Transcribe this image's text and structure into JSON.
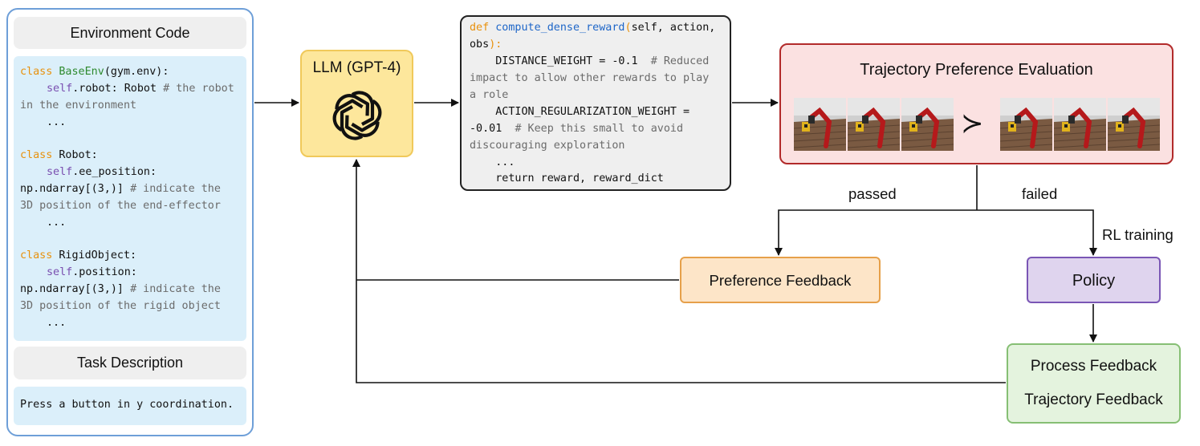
{
  "environment": {
    "title": "Environment Code",
    "code": {
      "l1_kw": "class",
      "l1_cls": "BaseEnv",
      "l1_rest": "(gym.env):",
      "l2_self": "self",
      "l2_rest": ".robot: Robot ",
      "l2_cm": "# the robot",
      "l3_cm": "in the environment",
      "l4": "...",
      "l5_kw": "class",
      "l5_rest": " Robot:",
      "l6_self": "self",
      "l6_rest": ".ee_position:",
      "l7_rest": "np.ndarray[(3,)] ",
      "l7_cm": "# indicate the",
      "l8_cm": "3D position of the end-effector",
      "l9": "...",
      "l10_kw": "class",
      "l10_rest": " RigidObject:",
      "l11_self": "self",
      "l11_rest": ".position:",
      "l12_rest": "np.ndarray[(3,)] ",
      "l12_cm": "# indicate the",
      "l13_cm": "3D position of the rigid object",
      "l14": "..."
    },
    "task_title": "Task Description",
    "task_text": "Press a button in y coordination."
  },
  "llm": {
    "title": "LLM (GPT-4)",
    "icon": "openai-logo-icon"
  },
  "reward_code": {
    "l1_kw": "def",
    "l1_fn": "compute_dense_reward",
    "l1_paren": "(",
    "l1_rest": "self, action,",
    "l2_rest": "obs",
    "l2_paren": "):",
    "l3_rest": "    DISTANCE_WEIGHT = -0.1  ",
    "l3_cm": "# Reduced",
    "l4_cm": "impact to allow other rewards to play",
    "l5_cm": "a role",
    "l6_rest": "    ACTION_REGULARIZATION_WEIGHT =",
    "l7_rest": "-0.01  ",
    "l7_cm": "# Keep this small to avoid",
    "l8_cm": "discouraging exploration",
    "l9": "    ...",
    "l10": "    return reward, reward_dict"
  },
  "trajectory_eval": {
    "title": "Trajectory Preference Evaluation",
    "symbol": "≻"
  },
  "labels": {
    "passed": "passed",
    "failed": "failed",
    "rl_training": "RL training"
  },
  "preference_feedback": "Preference Feedback",
  "policy": "Policy",
  "process_feedback": "Process Feedback",
  "trajectory_feedback": "Trajectory Feedback"
}
